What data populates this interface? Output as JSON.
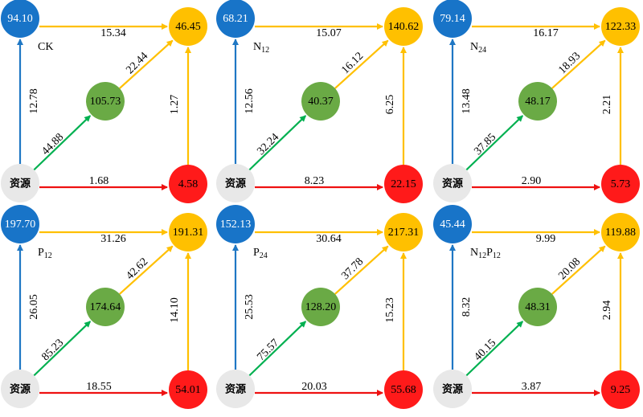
{
  "source_label": "资源",
  "colors": {
    "blue": "#1874c8",
    "yellow": "#ffc000",
    "green": "#6aaa45",
    "red": "#ff1a1a",
    "grey": "#e8e8e8",
    "edge_blue": "#1f77c4",
    "edge_yellow": "#ffc000",
    "edge_green": "#00b050",
    "edge_red": "#ee1111"
  },
  "panels": [
    {
      "label": "CK",
      "label_sub": "",
      "nodes": {
        "blue": "94.10",
        "yellow": "46.45",
        "green": "105.73",
        "red": "4.58"
      },
      "edges": {
        "blue_yellow": "15.34",
        "source_blue": "12.78",
        "source_green": "44.88",
        "green_yellow": "22.44",
        "red_yellow": "1.27",
        "source_red": "1.68"
      }
    },
    {
      "label": "N",
      "label_sub": "12",
      "nodes": {
        "blue": "68.21",
        "yellow": "140.62",
        "green": "40.37",
        "red": "22.15"
      },
      "edges": {
        "blue_yellow": "15.07",
        "source_blue": "12.56",
        "source_green": "32.24",
        "green_yellow": "16.12",
        "red_yellow": "6.25",
        "source_red": "8.23"
      }
    },
    {
      "label": "N",
      "label_sub": "24",
      "nodes": {
        "blue": "79.14",
        "yellow": "122.33",
        "green": "48.17",
        "red": "5.73"
      },
      "edges": {
        "blue_yellow": "16.17",
        "source_blue": "13.48",
        "source_green": "37.85",
        "green_yellow": "18.93",
        "red_yellow": "2.21",
        "source_red": "2.90"
      }
    },
    {
      "label": "P",
      "label_sub": "12",
      "nodes": {
        "blue": "197.70",
        "yellow": "191.31",
        "green": "174.64",
        "red": "54.01"
      },
      "edges": {
        "blue_yellow": "31.26",
        "source_blue": "26.05",
        "source_green": "85.23",
        "green_yellow": "42.62",
        "red_yellow": "14.10",
        "source_red": "18.55"
      }
    },
    {
      "label": "P",
      "label_sub": "24",
      "nodes": {
        "blue": "152.13",
        "yellow": "217.31",
        "green": "128.20",
        "red": "55.68"
      },
      "edges": {
        "blue_yellow": "30.64",
        "source_blue": "25.53",
        "source_green": "75.57",
        "green_yellow": "37.78",
        "red_yellow": "15.23",
        "source_red": "20.03"
      }
    },
    {
      "label": "N12P12",
      "label_parts": [
        [
          "N",
          ""
        ],
        [
          "12",
          "sub"
        ],
        [
          "P",
          ""
        ],
        [
          "12",
          "sub"
        ]
      ],
      "nodes": {
        "blue": "45.44",
        "yellow": "119.88",
        "green": "48.31",
        "red": "9.25"
      },
      "edges": {
        "blue_yellow": "9.99",
        "source_blue": "8.32",
        "source_green": "40.15",
        "green_yellow": "20.08",
        "red_yellow": "2.94",
        "source_red": "3.87"
      }
    }
  ]
}
